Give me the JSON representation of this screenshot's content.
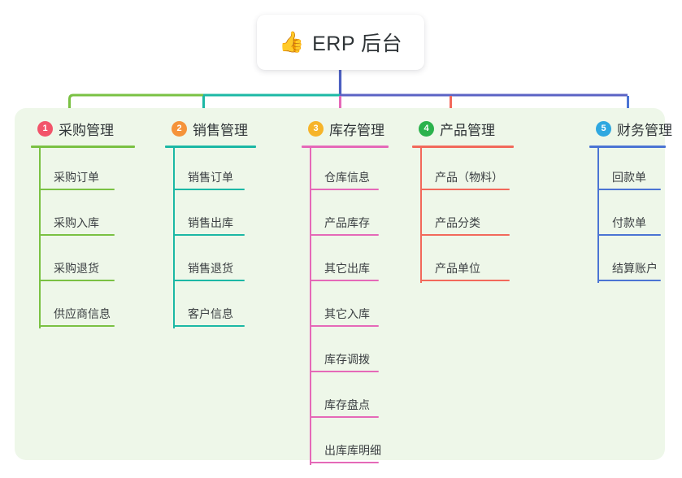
{
  "root": {
    "icon": "thumbs-up-emoji",
    "icon_glyph": "👍",
    "title": "ERP 后台"
  },
  "colors": {
    "panel_background": "#eef7e9",
    "page_background": "#ffffff",
    "root_stem": "#4b5fc1",
    "bus_left": "#7ac143",
    "bus_mid": "#1cb8a5",
    "bus_right": "#5b63c4",
    "text": "#2f3437"
  },
  "columns": [
    {
      "number": "1",
      "title": "采购管理",
      "badge_color": "#f2546a",
      "line_color": "#7ac143",
      "items": [
        "采购订单",
        "采购入库",
        "采购退货",
        "供应商信息"
      ]
    },
    {
      "number": "2",
      "title": "销售管理",
      "badge_color": "#f5933a",
      "line_color": "#1cb8a5",
      "items": [
        "销售订单",
        "销售出库",
        "销售退货",
        "客户信息"
      ]
    },
    {
      "number": "3",
      "title": "库存管理",
      "badge_color": "#f6b42a",
      "line_color": "#e569b8",
      "items": [
        "仓库信息",
        "产品库存",
        "其它出库",
        "其它入库",
        "库存调拨",
        "库存盘点",
        "出库库明细"
      ]
    },
    {
      "number": "4",
      "title": "产品管理",
      "badge_color": "#2bb24c",
      "line_color": "#f2695b",
      "items": [
        "产品（物料）",
        "产品分类",
        "产品单位"
      ]
    },
    {
      "number": "5",
      "title": "财务管理",
      "badge_color": "#2fa8e0",
      "line_color": "#4b74d4",
      "items": [
        "回款单",
        "付款单",
        "结算账户"
      ]
    }
  ]
}
